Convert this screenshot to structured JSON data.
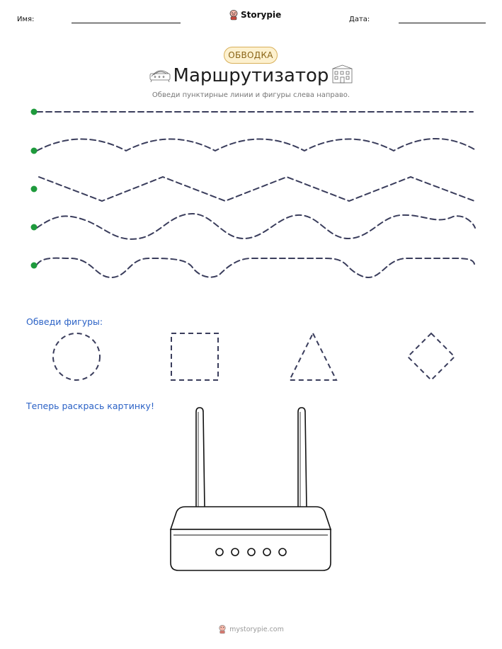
{
  "header": {
    "name_label": "Имя:",
    "date_label": "Дата:",
    "brand": "Storypie"
  },
  "badge": "ОБВОДКА",
  "title": "Маршрутизатор",
  "subtitle": "Обведи пунктирные линии и фигуры слева направо.",
  "shapes_heading": "Обведи фигуры:",
  "coloring_heading": "Теперь раскрась картинку!",
  "footer": "mystorypie.com",
  "icons": {
    "left": "router-doodle-icon",
    "right": "building-doodle-icon",
    "brand": "pig-mascot-icon"
  },
  "trace_lines": [
    {
      "name": "straight-trace-line",
      "type": "straight"
    },
    {
      "name": "arc-trace-line",
      "type": "arcs"
    },
    {
      "name": "zigzag-trace-line",
      "type": "zigzag"
    },
    {
      "name": "wave-trace-line",
      "type": "wave"
    },
    {
      "name": "bump-trace-line",
      "type": "bumps"
    }
  ],
  "shapes": [
    "circle",
    "square",
    "triangle",
    "diamond"
  ],
  "colors": {
    "accent_blue": "#2b62c6",
    "dash_navy": "#3a3d5c",
    "start_dot": "#1e9a3c",
    "badge_fill": "#fdf1cf",
    "badge_border": "#d8b05a"
  }
}
